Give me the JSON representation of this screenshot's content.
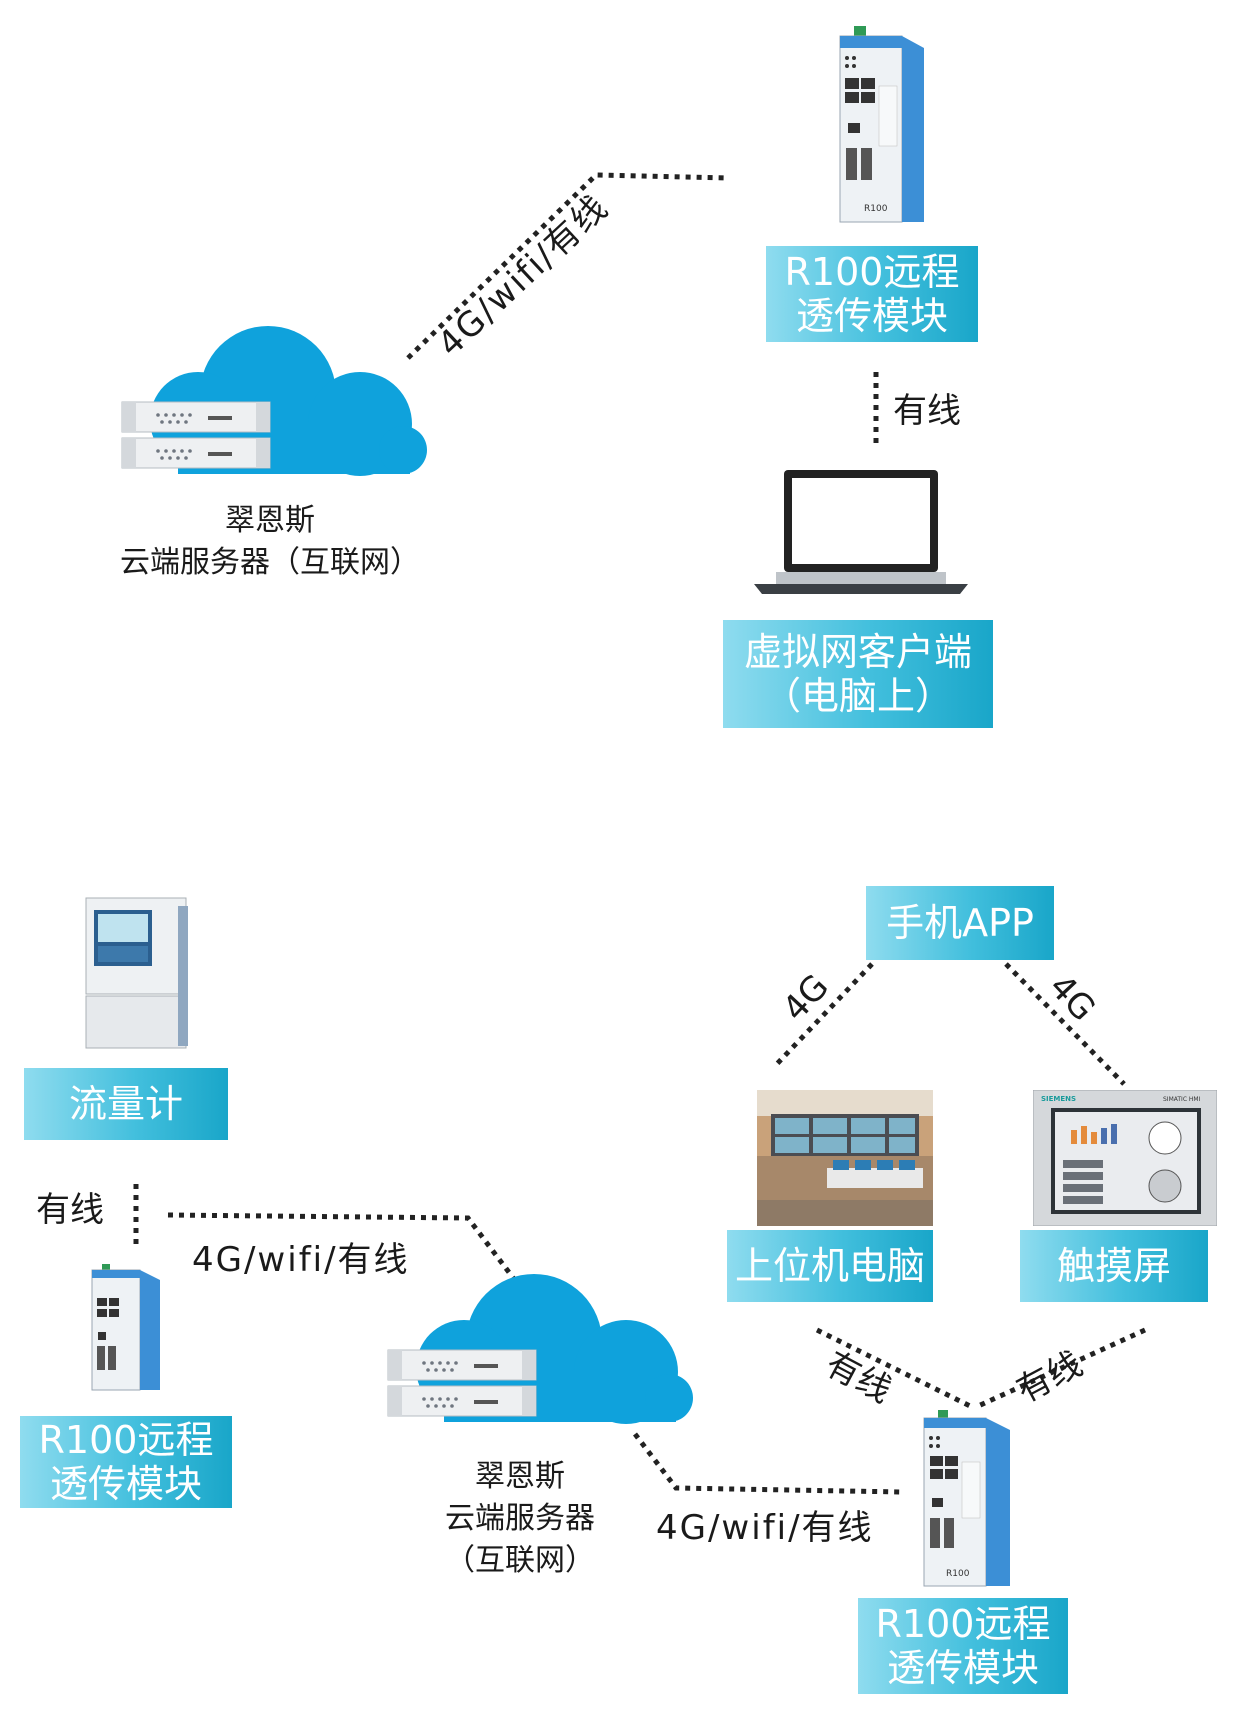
{
  "top": {
    "router_label": [
      "R100远程",
      "透传模块"
    ],
    "link_cloud_router": "4G/wifi/有线",
    "link_router_laptop": "有线",
    "cloud_caption": [
      "翠恩斯",
      "云端服务器（互联网）"
    ],
    "laptop_label": [
      "虚拟网客户端",
      "（电脑上）"
    ]
  },
  "bottom": {
    "flowmeter_label": "流量计",
    "link_flowmeter_router": "有线",
    "link_router_cloud": "4G/wifi/有线",
    "router_left_label": [
      "R100远程",
      "透传模块"
    ],
    "cloud_caption": [
      "翠恩斯",
      "云端服务器",
      "（互联网）"
    ],
    "link_cloud_router": "4G/wifi/有线",
    "router_right_label": [
      "R100远程",
      "透传模块"
    ],
    "app_label": "手机APP",
    "link_app_pc": "4G",
    "link_app_touch": "4G",
    "pc_label": "上位机电脑",
    "touch_label": "触摸屏",
    "link_pc_router": "有线",
    "link_touch_router": "有线"
  },
  "device_text": {
    "router_model": "R100",
    "hmi_brand": "SIEMENS",
    "hmi_model": "SIMATIC HMI"
  },
  "colors": {
    "label_gradient": [
      "#8fdcef",
      "#42bfdd",
      "#19a6c9"
    ],
    "cloud": "#0fa2dc",
    "router_body": "#3c8fd6",
    "dotted_line": "#222222"
  }
}
